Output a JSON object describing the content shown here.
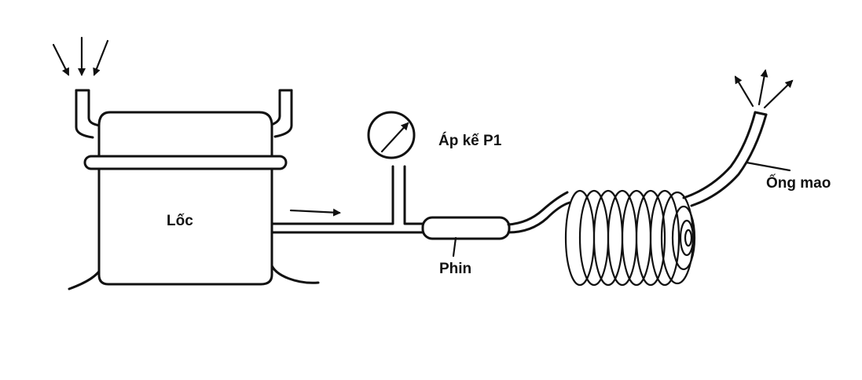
{
  "labels": {
    "compressor": "Lốc",
    "gauge": "Áp kế P1",
    "filter": "Phin",
    "capillary": "Ống mao"
  },
  "colors": {
    "ink": "#111111",
    "background": "#ffffff"
  }
}
